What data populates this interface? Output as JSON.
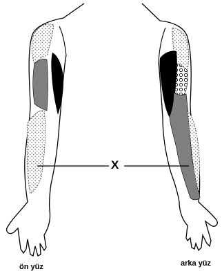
{
  "labels": {
    "front": "ön yüz",
    "back": "arka yüz",
    "center_mark": "X"
  },
  "colors": {
    "outline": "#000000",
    "gray_region": "#7f7f7f",
    "black_region": "#000000",
    "stipple": "#555555",
    "background": "#ffffff"
  }
}
